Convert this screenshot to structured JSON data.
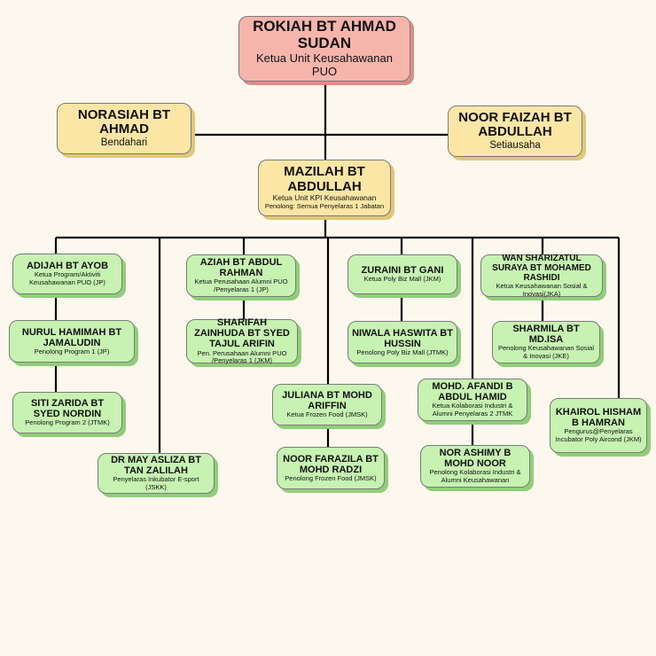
{
  "nodes": {
    "rokiah": {
      "name": "ROKIAH BT AHMAD SUDAN",
      "role": "Ketua Unit Keusahawanan PUO"
    },
    "norasiah": {
      "name": "NORASIAH BT AHMAD",
      "role": "Bendahari"
    },
    "noor_faizah": {
      "name": "NOOR FAIZAH BT ABDULLAH",
      "role": "Setiausaha"
    },
    "mazilah": {
      "name": "MAZILAH BT ABDULLAH",
      "role": "Ketua Unit KPI Keusahawanan",
      "role2": "Penolong: Semua Penyelaras 1 Jabatan"
    },
    "adijah": {
      "name": "ADIJAH BT AYOB",
      "role": "Ketua Program/Aktiviti Keusahawanan PUO (JP)"
    },
    "nurul": {
      "name": "NURUL HAMIMAH BT JAMALUDIN",
      "role": "Penolong Program 1 (JP)"
    },
    "siti": {
      "name": "SITI ZARIDA BT SYED NORDIN",
      "role": "Penolong Program 2 (JTMK)"
    },
    "dr_may": {
      "name": "DR MAY ASLIZA BT TAN ZALILAH",
      "role": "Penyelaras Inkubator E-sport (JSKK)"
    },
    "aziah": {
      "name": "AZIAH BT ABDUL RAHMAN",
      "role": "Ketua Perusahaan Alumni PUO /Penyelaras 1 (JP)"
    },
    "sharifah": {
      "name": "SHARIFAH ZAINHUDA BT SYED TAJUL ARIFIN",
      "role": "Pen. Perusahaan Alumni PUO /Penyelaras 1 (JKM)"
    },
    "juliana": {
      "name": "JULIANA BT MOHD ARIFFIN",
      "role": "Ketua Frozen Food (JMSK)"
    },
    "noor_farazila": {
      "name": "NOOR FARAZILA BT MOHD RADZI",
      "role": "Penolong Frozen Food (JMSK)"
    },
    "zuraini": {
      "name": "ZURAINI BT GANI",
      "role": "Ketua Poly Biz Mall (JKM)"
    },
    "niwala": {
      "name": "NIWALA HASWITA BT HUSSIN",
      "role": "Penolong Poly Biz Mall (JTMK)"
    },
    "afandi": {
      "name": "MOHD. AFANDI B ABDUL HAMID",
      "role": "Ketua Kolaborasi Industri & Alumni Penyelaras 2 JTMK"
    },
    "nor_ashimy": {
      "name": "NOR ASHIMY B MOHD NOOR",
      "role": "Penolong Kolaborasi Industri & Alumni Keusahawanan"
    },
    "wan": {
      "name": "WAN SHARIZATUL SURAYA BT MOHAMED RASHIDI",
      "role": "Ketua Keusahawanan Sosial & Inovasi(JKA)"
    },
    "sharmila": {
      "name": "SHARMILA BT MD.ISA",
      "role": "Penolong Keusahawanan Sosial & Inovasi (JKE)"
    },
    "khairol": {
      "name": "KHAIROL HISHAM B HAMRAN",
      "role": "Pengurus@Penyelaras Incubator Poly Aircond (JKM)"
    }
  },
  "colors": {
    "background": "#fdf8ee",
    "pink": "#f6b4ac",
    "yellow": "#fbe6a6",
    "green": "#c7f2b2",
    "line": "#000000"
  }
}
